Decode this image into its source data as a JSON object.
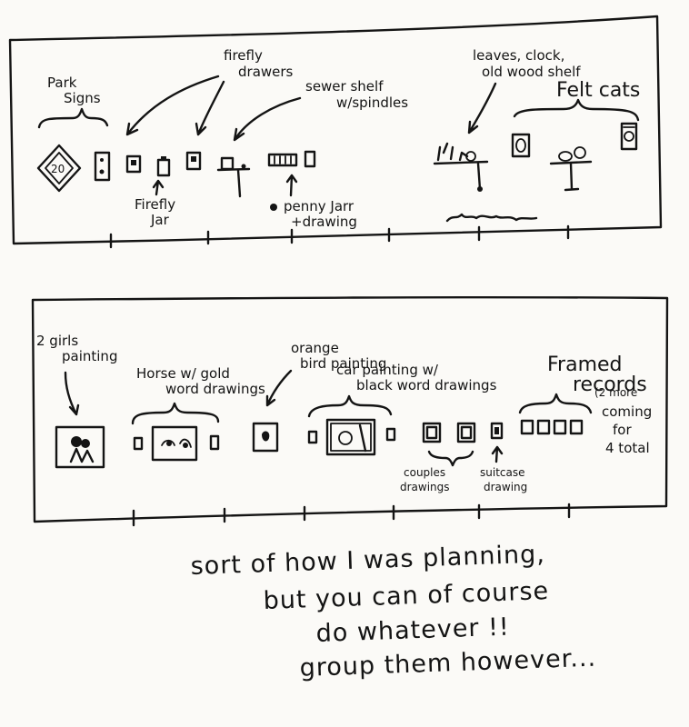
{
  "labels": {
    "park_signs": [
      "Park",
      "Signs"
    ],
    "firefly_drawers": [
      "firefly",
      "drawers"
    ],
    "sewer_shelf": [
      "sewer shelf",
      "w/spindles"
    ],
    "leaves_clock": [
      "leaves, clock,",
      "old wood shelf"
    ],
    "felt_cats": "Felt cats",
    "firefly_jar": [
      "Firefly",
      "Jar"
    ],
    "penny_jarr": [
      "penny Jarr",
      "+drawing"
    ],
    "two_girls": [
      "2 girls",
      "painting"
    ],
    "horse_gold": [
      "Horse w/ gold",
      "word drawings"
    ],
    "orange_bird": [
      "orange",
      "bird painting"
    ],
    "car_painting": [
      "car painting w/",
      "black word drawings"
    ],
    "framed_records": [
      "Framed",
      "records"
    ],
    "more_coming": [
      "(2 more",
      "coming",
      "for",
      "4 total"
    ],
    "couples": [
      "couples",
      "drawings"
    ],
    "suitcase": [
      "suitcase",
      "drawing"
    ]
  },
  "sign_text": "20",
  "note": [
    "sort of how I was planning,",
    "but you can of course",
    "do whatever !!",
    "group them however..."
  ]
}
